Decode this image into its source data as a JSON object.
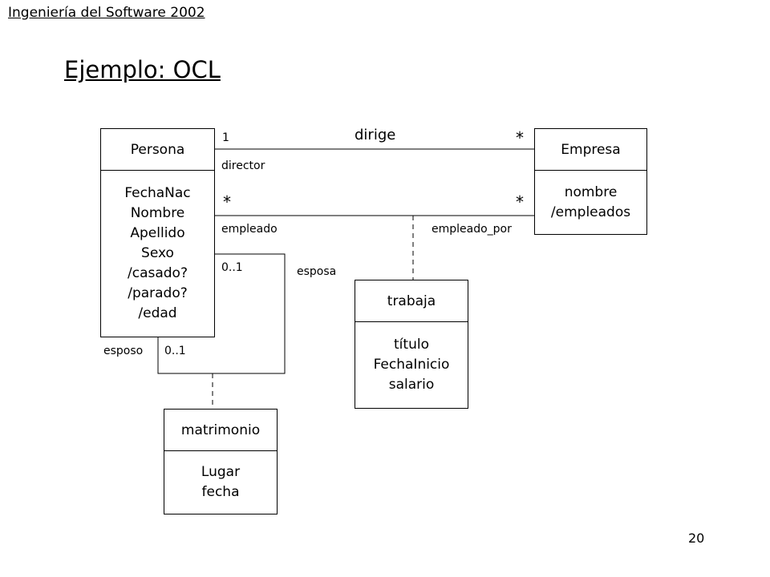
{
  "header": "Ingeniería del Software 2002",
  "title": "Ejemplo: OCL",
  "page_number": "20",
  "classes": {
    "persona": {
      "name": "Persona",
      "attributes": [
        "FechaNac",
        "Nombre",
        "Apellido",
        "Sexo",
        "/casado?",
        "/parado?",
        "/edad"
      ]
    },
    "empresa": {
      "name": "Empresa",
      "attributes": [
        "nombre",
        "/empleados"
      ]
    },
    "trabaja": {
      "name": "trabaja",
      "attributes": [
        "título",
        "FechaInicio",
        "salario"
      ]
    },
    "matrimonio": {
      "name": "matrimonio",
      "attributes": [
        "Lugar",
        "fecha"
      ]
    }
  },
  "associations": {
    "dirige": {
      "name": "dirige",
      "left_multiplicity": "1",
      "right_multiplicity": "*",
      "left_role": "director"
    },
    "empleo": {
      "left_multiplicity": "*",
      "right_multiplicity": "*",
      "left_role": "empleado",
      "right_role": "empleado_por"
    },
    "casado": {
      "top_multiplicity": "0..1",
      "top_role": "esposa",
      "bottom_multiplicity": "0..1",
      "bottom_role": "esposo"
    }
  }
}
